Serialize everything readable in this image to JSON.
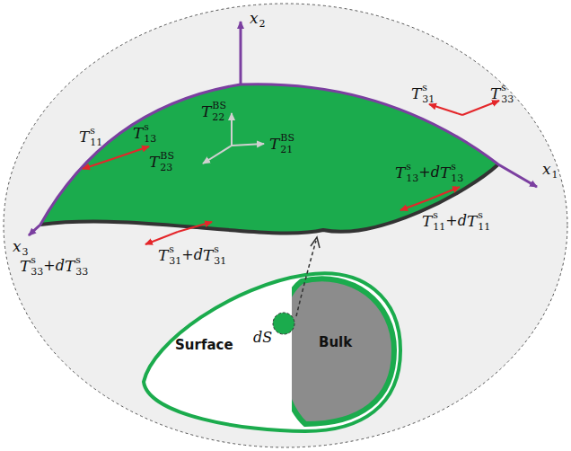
{
  "diagram": {
    "nodes": [
      {
        "text": [
          "Surface"
        ]
      },
      {
        "text": [
          "Bulk"
        ],
        "in": 0
      }
    ],
    "labels": [
      "x",
      "2",
      "T",
      "s",
      "11",
      "T",
      "s",
      "13",
      "T",
      "s",
      "31",
      "T",
      "s",
      "33",
      "T",
      "BS",
      "22",
      "T",
      "BS",
      "23",
      "T",
      "BS",
      "21",
      "x",
      "1",
      "T",
      "s",
      "13",
      "+d",
      "T",
      "s",
      "13",
      "T",
      "s",
      "11",
      "+d",
      "T",
      "s",
      "11",
      "x",
      "3",
      "T",
      "s",
      "33",
      "+d",
      "T",
      "s",
      "33",
      "T",
      "s",
      "31",
      "+d",
      "T",
      "s",
      "31",
      "dS"
    ]
  }
}
